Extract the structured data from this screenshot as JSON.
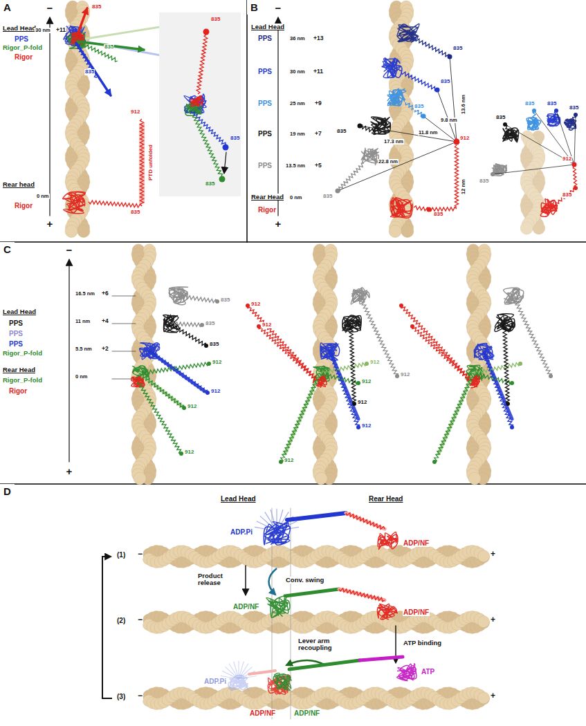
{
  "diagram": {
    "nodes": [
      {
        "text": [
          "A"
        ]
      },
      {
        "text": [
          "B"
        ]
      },
      {
        "text": [
          "C"
        ]
      },
      {
        "text": [
          "D"
        ]
      }
    ],
    "labels": [
      "−",
      "Lead Head",
      "30 nm",
      "+11",
      "PPS",
      "Rigor_P-fold",
      "Rigor",
      "835",
      "835",
      "835",
      "835",
      "835",
      "835",
      "912",
      "PTD unfolded",
      "835",
      "Rear head",
      "0 nm",
      "Rigor",
      "+",
      "−",
      "Lead Head",
      "PPS",
      "36 nm",
      "+13",
      "PPS",
      "30 nm",
      "+11",
      "PPS",
      "25 nm",
      "+9",
      "PPS",
      "19 nm",
      "+7",
      "PPS",
      "13.5 nm",
      "+5",
      "835",
      "835",
      "835",
      "835",
      "835",
      "13.6 nm",
      "9.8 nm",
      "11.8 nm",
      "17.3 nm",
      "22.8 nm",
      "912",
      "12 nm",
      "835",
      "Rear Head",
      "Rigor",
      "0 nm",
      "+",
      "835",
      "835",
      "835",
      "835",
      "835",
      "912",
      "835",
      "−",
      "Lead Head",
      "PPS",
      "PPS",
      "PPS",
      "Rigor_P-fold",
      "Rear Head",
      "Rigor_P-fold",
      "Rigor",
      "16.5 nm",
      "+6",
      "11 nm",
      "+4",
      "5.5 nm",
      "+2",
      "0 nm",
      "+",
      "835",
      "835",
      "835",
      "912",
      "912",
      "912",
      "912",
      "912",
      "912",
      "912",
      "912",
      "912",
      "912",
      "912",
      "912",
      "Lead Head",
      "Rear Head",
      "(1)",
      "−",
      "+",
      "ADP.Pi",
      "ADP/NF",
      "Product release",
      "Conv. swing",
      "(2)",
      "−",
      "+",
      "ADP/NF",
      "ADP/NF",
      "ATP binding",
      "Lever arm recoupling",
      "ADP.Pi",
      "ADP/NF",
      "ADP/NF",
      "ATP",
      "(3)",
      "−",
      "+"
    ]
  }
}
